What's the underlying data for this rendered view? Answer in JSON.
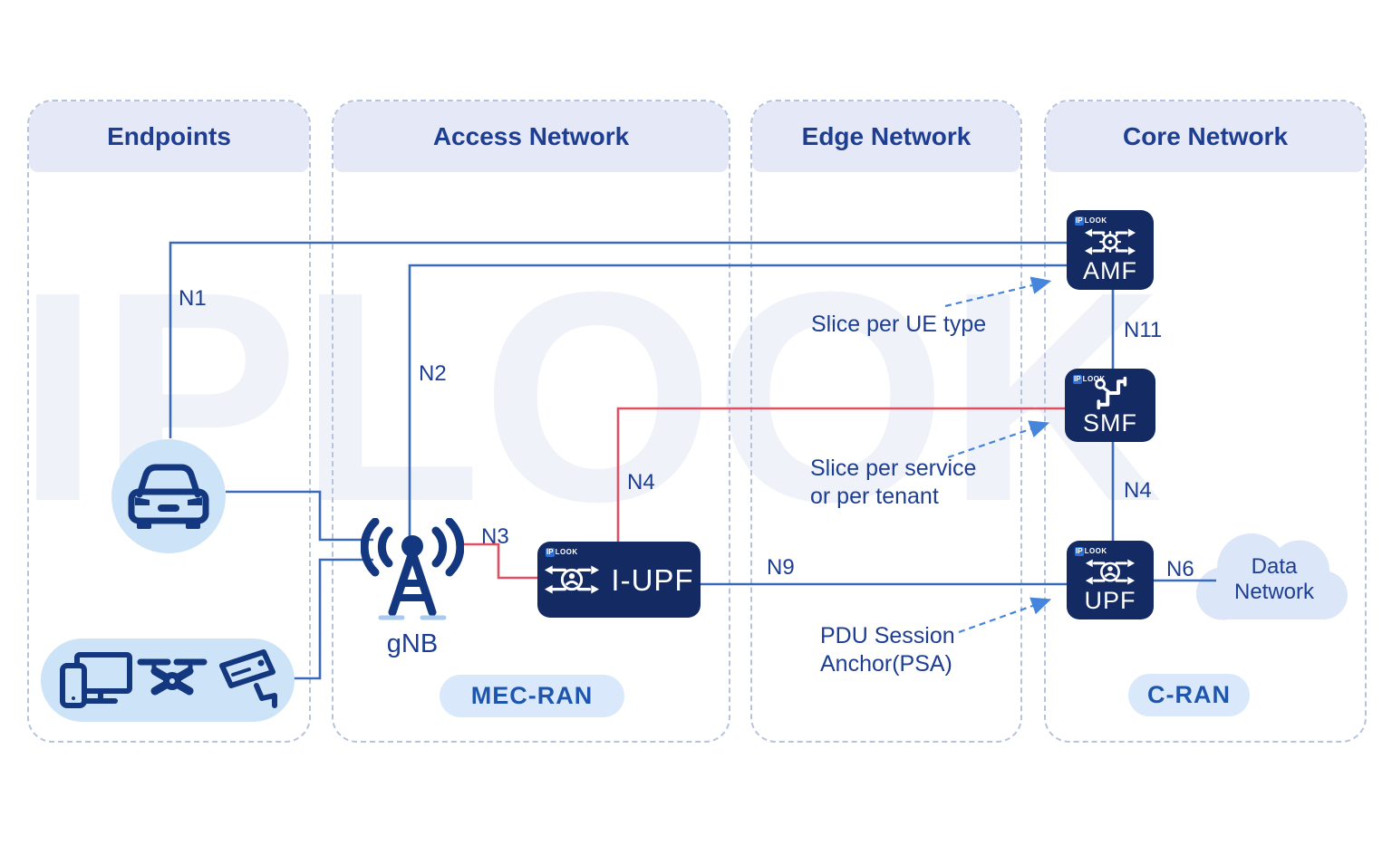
{
  "watermark": "IPLOOK",
  "columns": [
    {
      "label": "Endpoints"
    },
    {
      "label": "Access Network"
    },
    {
      "label": "Edge Network"
    },
    {
      "label": "Core Network"
    }
  ],
  "nodes": {
    "gnb": {
      "label": "gNB"
    },
    "iupf": {
      "label": "I-UPF",
      "logo_ip": "IP",
      "logo_rest": "LOOK"
    },
    "amf": {
      "label": "AMF",
      "logo_ip": "IP",
      "logo_rest": "LOOK"
    },
    "smf": {
      "label": "SMF",
      "logo_ip": "IP",
      "logo_rest": "LOOK"
    },
    "upf": {
      "label": "UPF",
      "logo_ip": "IP",
      "logo_rest": "LOOK"
    },
    "data_network": {
      "line1": "Data",
      "line2": "Network"
    }
  },
  "zone_labels": {
    "mec_ran": "MEC-RAN",
    "c_ran": "C-RAN"
  },
  "interfaces": {
    "n1": "N1",
    "n2": "N2",
    "n3": "N3",
    "n4_edge": "N4",
    "n9": "N9",
    "n11": "N11",
    "n4_core": "N4",
    "n6": "N6"
  },
  "annotations": {
    "slice_ue": "Slice per UE type",
    "slice_service_l1": "Slice per service",
    "slice_service_l2": "or per tenant",
    "psa_l1": "PDU Session",
    "psa_l2": "Anchor(PSA)"
  },
  "icons": {
    "endpoint_car": "car-icon",
    "endpoint_devices": "monitor-phone-icon",
    "endpoint_drone": "drone-icon",
    "endpoint_camera": "cctv-camera-icon",
    "gnb": "antenna-icon",
    "amf": "gear-arrows-icon",
    "smf": "pipe-wrench-icon",
    "upf": "user-arrows-icon",
    "iupf": "user-arrows-icon",
    "data_network": "cloud-icon"
  },
  "colors": {
    "node_navy": "#132a62",
    "line_blue": "#3a6ab8",
    "line_red": "#e05065",
    "arrow_blue": "#4585db",
    "header_bg": "#e4e8f7",
    "navy_text": "#1d3e91",
    "light_blue_fill": "#cde3f8"
  }
}
